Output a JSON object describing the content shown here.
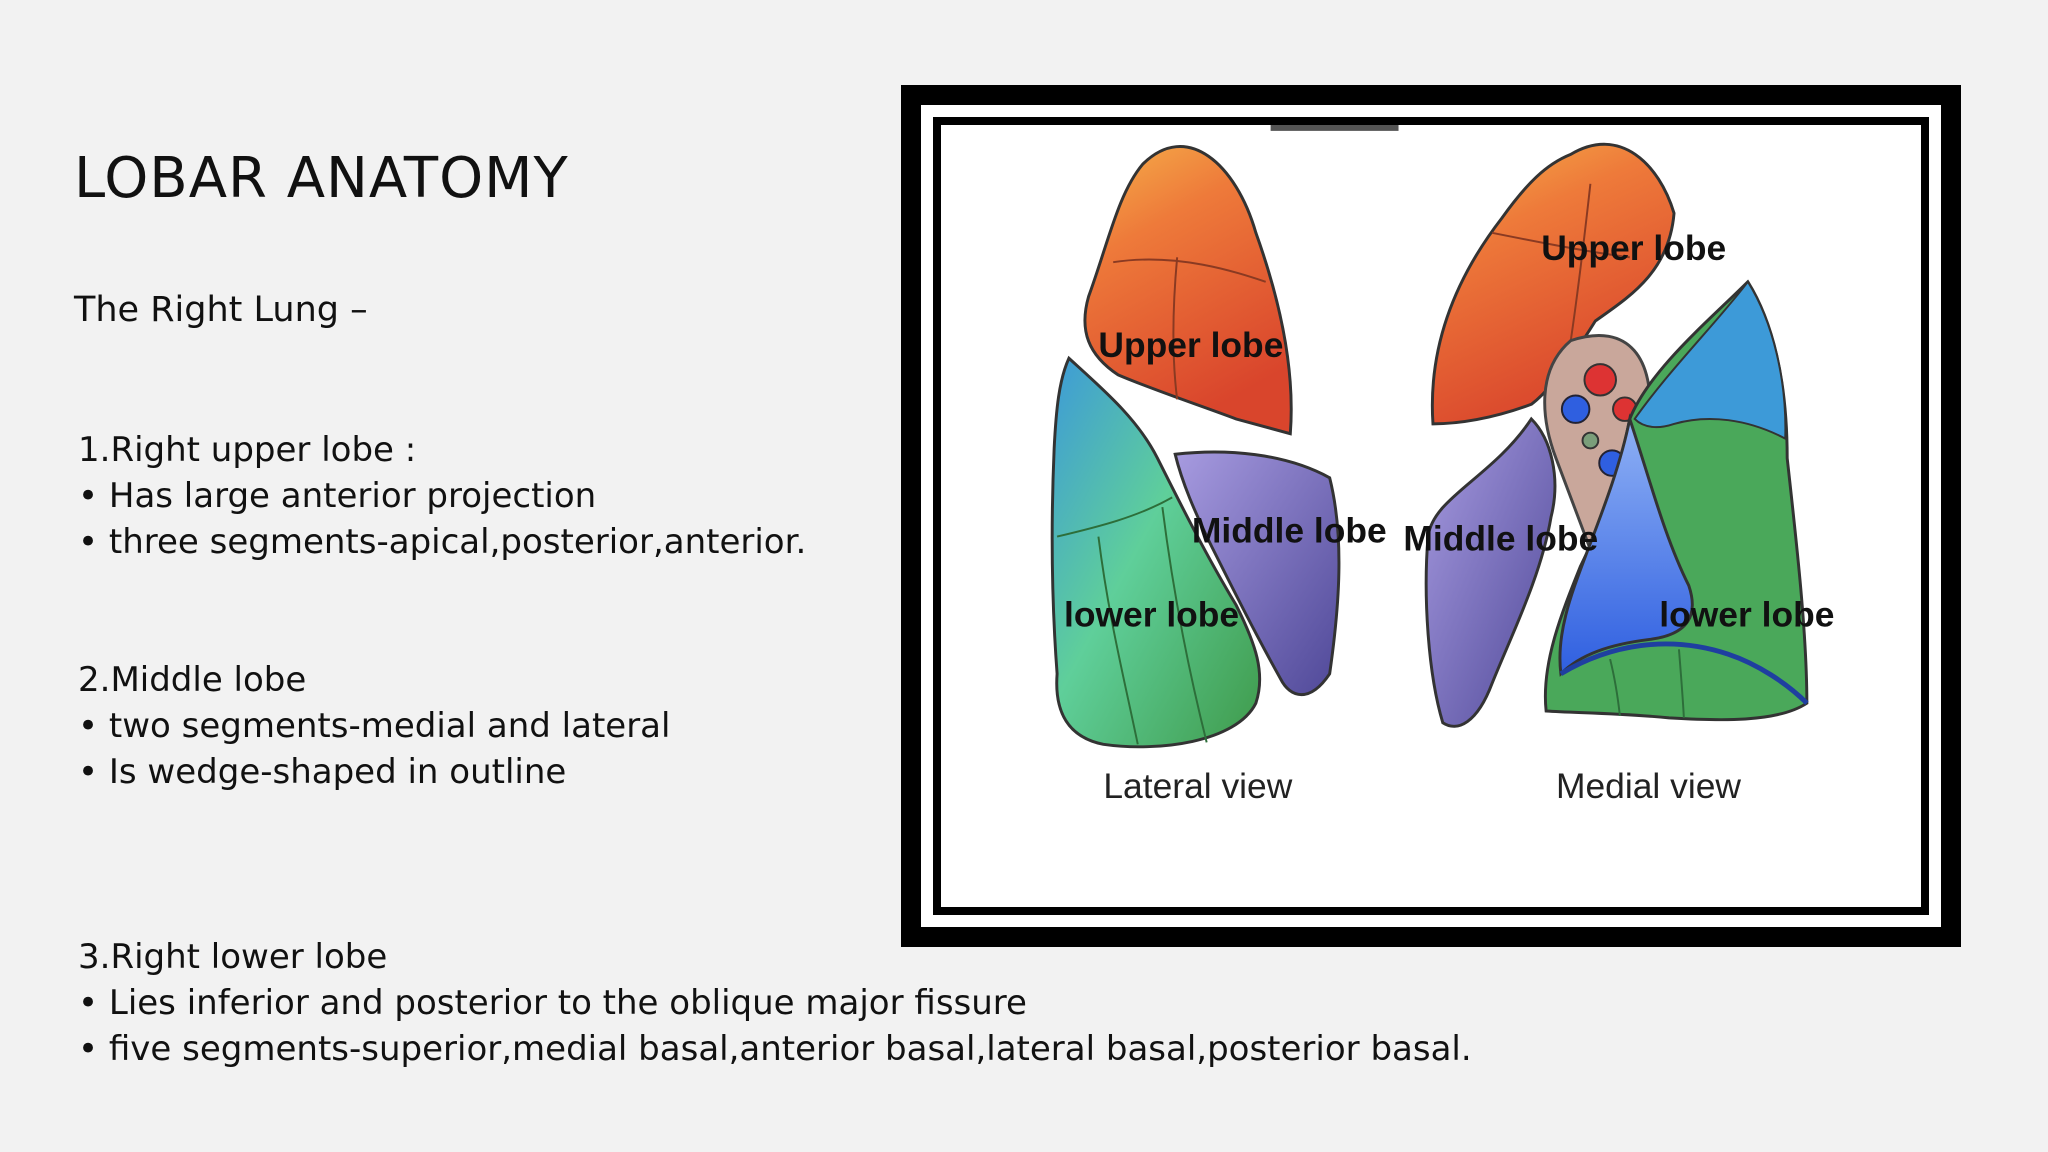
{
  "slide": {
    "title": "LOBAR ANATOMY",
    "subtitle": "The Right Lung –",
    "sections": [
      {
        "heading": "1.Right upper lobe :",
        "bullets": [
          "Has large anterior projection",
          "three segments-apical,posterior,anterior."
        ]
      },
      {
        "heading": "2.Middle lobe",
        "bullets": [
          "two segments-medial and lateral",
          "Is wedge-shaped in outline"
        ]
      },
      {
        "heading": "3.Right lower lobe",
        "bullets": [
          "Lies inferior and posterior to the oblique major fissure",
          "five segments-superior,medial basal,anterior basal,lateral basal,posterior basal."
        ]
      }
    ]
  },
  "figure": {
    "lateral": {
      "upper_label": "Upper lobe",
      "middle_label": "Middle lobe",
      "lower_label": "lower lobe",
      "caption": "Lateral view"
    },
    "medial": {
      "upper_label": "Upper lobe",
      "middle_label": "Middle lobe",
      "lower_label": "lower lobe",
      "caption": "Medial view"
    },
    "colors": {
      "upper_light": "#f5b04a",
      "upper_dark": "#d9452c",
      "middle": "#8a7fc4",
      "lower_green": "#4aa85a",
      "lower_teal": "#5fcf9a",
      "lower_blue": "#3d9ad8",
      "medial_blue": "#2f5fe0"
    }
  }
}
